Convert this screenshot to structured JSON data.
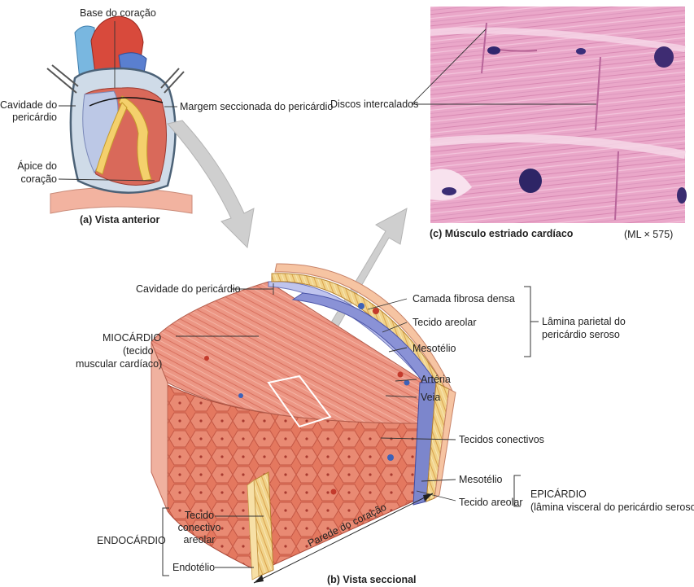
{
  "panel_a": {
    "caption": "(a) Vista anterior",
    "labels": {
      "base": "Base do coração",
      "cavity_1": "Cavidade do",
      "cavity_2": "pericárdio",
      "margin": "Margem seccionada do pericárdio",
      "apex_1": "Ápice do",
      "apex_2": "coração"
    }
  },
  "panel_c": {
    "caption": "(c) Músculo estriado cardíaco",
    "magnification": "(ML × 575)",
    "labels": {
      "discs": "Discos intercalados"
    }
  },
  "panel_b": {
    "caption": "(b) Vista seccional",
    "wall_label": "Parede do coração",
    "labels": {
      "cavity": "Cavidade do pericárdio",
      "myo_1": "MIOCÁRDIO",
      "myo_2": "(tecido",
      "myo_3": "muscular cardíaco)",
      "fibrous": "Camada fibrosa densa",
      "areolar_parietal": "Tecido areolar",
      "mesothelium_parietal": "Mesotélio",
      "parietal_1": "Lâmina parietal do",
      "parietal_2": "pericárdio seroso",
      "artery": "Artéria",
      "vein": "Veia",
      "connective": "Tecidos conectivos",
      "mesothelium_epi": "Mesotélio",
      "areolar_epi": "Tecido areolar",
      "epi_1": "EPICÁRDIO",
      "epi_2": "(lâmina visceral do pericárdio seroso)",
      "endo": "ENDOCÁRDIO",
      "endo_ct_1": "Tecido",
      "endo_ct_2": "conectivo",
      "endo_ct_3": "areolar",
      "endothelium": "Endotélio"
    }
  },
  "colors": {
    "muscle": "#e07a6a",
    "muscle_light": "#f0a898",
    "fat": "#f2d27a",
    "serosa": "#8a92d6",
    "histology": "#e9a6c8",
    "arrow": "#c8c8c8"
  }
}
